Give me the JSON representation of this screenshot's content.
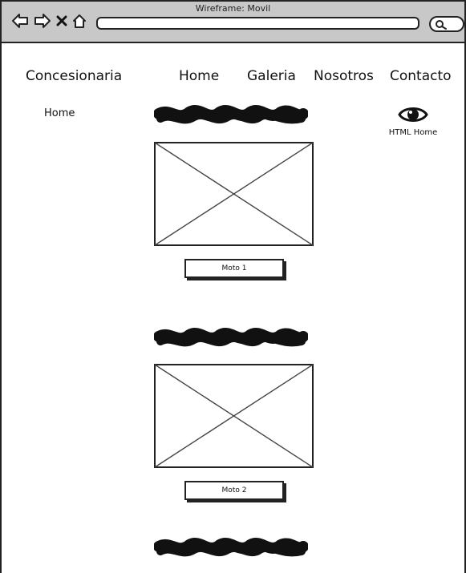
{
  "window": {
    "title": "Wireframe: Movil"
  },
  "toolbar": {
    "icons": [
      "back-icon",
      "forward-icon",
      "close-icon",
      "home-icon",
      "search-icon"
    ]
  },
  "nav": {
    "brand": "Concesionaria",
    "links": [
      "Home",
      "Galeria",
      "Nosotros",
      "Contacto"
    ]
  },
  "breadcrumb": "Home",
  "sidebar_link": {
    "icon": "eye-icon",
    "label": "HTML Home"
  },
  "sections": [
    {
      "button": "Moto 1"
    },
    {
      "button": "Moto 2"
    }
  ]
}
